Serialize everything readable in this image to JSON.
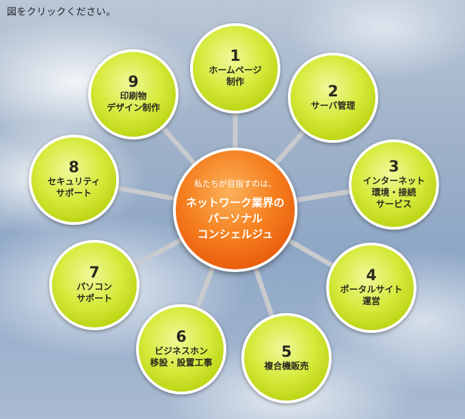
{
  "instruction": "図をクリックください。",
  "center": {
    "subtitle": "私たちが目指すのは、",
    "title": "ネットワーク業界の\nパーソナル\nコンシェルジュ"
  },
  "nodes": [
    {
      "num": "1",
      "label": "ホームページ\n制作"
    },
    {
      "num": "2",
      "label": "サーバ管理"
    },
    {
      "num": "3",
      "label": "インターネット\n環境・接続\nサービス"
    },
    {
      "num": "4",
      "label": "ポータルサイト\n運営"
    },
    {
      "num": "5",
      "label": "複合機販売"
    },
    {
      "num": "6",
      "label": "ビジネスホン\n移設・設置工事"
    },
    {
      "num": "7",
      "label": "パソコン\nサポート"
    },
    {
      "num": "8",
      "label": "セキュリティ\nサポート"
    },
    {
      "num": "9",
      "label": "印刷物\nデザイン制作"
    }
  ],
  "colors": {
    "node_fill": "#c9df20",
    "center_fill": "#f26f16",
    "spoke": "#c8cacd"
  }
}
